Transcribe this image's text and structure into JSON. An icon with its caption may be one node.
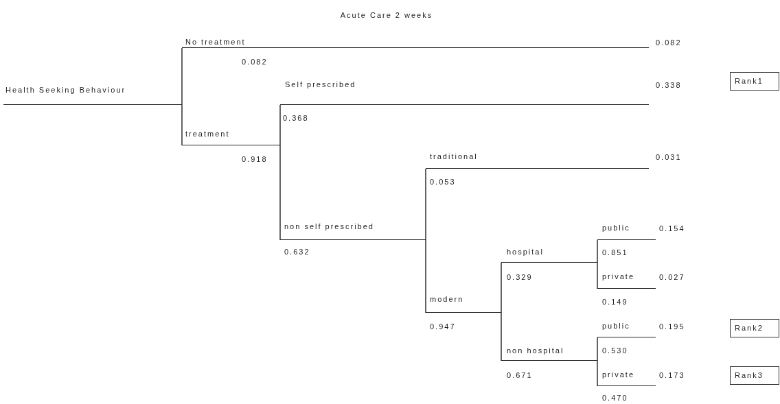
{
  "diagram": {
    "title": "Acute Care 2 weeks",
    "nodes": [
      {
        "text": [
          "Health Seeking Behaviour"
        ]
      },
      {
        "text": [
          "No treatment"
        ],
        "beside": [
          "0.082"
        ]
      },
      {
        "text": [
          "treatment"
        ],
        "beside": [
          "0.918"
        ]
      },
      {
        "text": [
          "Self prescribed"
        ],
        "beside": [
          "0.368"
        ]
      },
      {
        "text": [
          "non self prescribed"
        ],
        "beside": [
          "0.632"
        ]
      },
      {
        "text": [
          "traditional"
        ],
        "beside": [
          "0.053"
        ]
      },
      {
        "text": [
          "modern"
        ],
        "beside": [
          "0.947"
        ]
      },
      {
        "text": [
          "hospital"
        ],
        "beside": [
          "0.329"
        ]
      },
      {
        "text": [
          "non hospital"
        ],
        "beside": [
          "0.671"
        ]
      },
      {
        "text": [
          "public"
        ]
      },
      {
        "text": [
          "private"
        ],
        "beside": [
          "0.149"
        ]
      },
      {
        "text": [
          "public"
        ]
      },
      {
        "text": [
          "private"
        ],
        "beside": [
          "0.470"
        ]
      },
      {
        "text": [
          "Rank1"
        ]
      },
      {
        "text": [
          "Rank2"
        ]
      },
      {
        "text": [
          "Rank3"
        ]
      }
    ],
    "edges": [
      {
        "from": 0,
        "to": 1,
        "arrow": "none"
      },
      {
        "from": 0,
        "to": 2,
        "arrow": "none"
      },
      {
        "from": 2,
        "to": 3,
        "arrow": "none"
      },
      {
        "from": 2,
        "to": 4,
        "arrow": "none"
      },
      {
        "from": 4,
        "to": 5,
        "arrow": "none"
      },
      {
        "from": 4,
        "to": 6,
        "arrow": "none"
      },
      {
        "from": 6,
        "to": 7,
        "arrow": "none"
      },
      {
        "from": 6,
        "to": 8,
        "arrow": "none"
      },
      {
        "from": 7,
        "to": 9,
        "arrow": "none"
      },
      {
        "from": 7,
        "to": 10,
        "arrow": "none"
      },
      {
        "from": 8,
        "to": 11,
        "arrow": "none"
      },
      {
        "from": 8,
        "to": 12,
        "arrow": "none"
      }
    ],
    "labels": [
      "0.082",
      "0.338",
      "0.031",
      "0.154",
      "0.851",
      "0.027",
      "0.195",
      "0.530",
      "0.173"
    ]
  }
}
